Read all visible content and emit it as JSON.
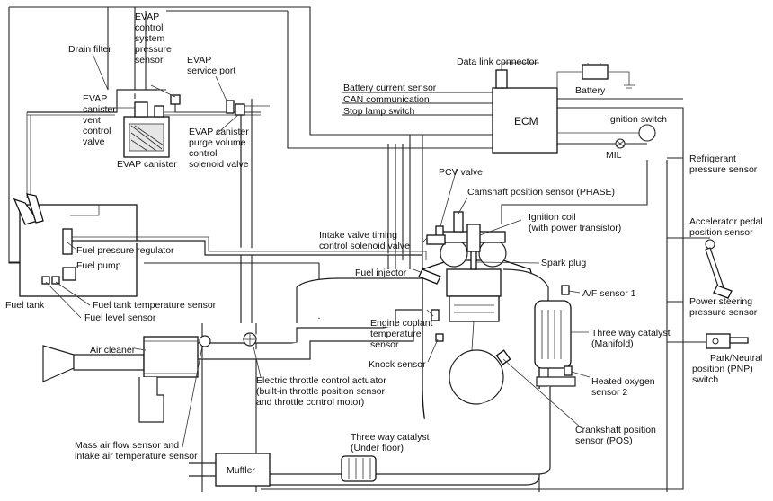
{
  "labels": {
    "drain_filter": "Drain filter",
    "evap_pressure_sensor": [
      "EVAP",
      "control",
      "system",
      "pressure",
      "sensor"
    ],
    "evap_service_port": [
      "EVAP",
      "service port"
    ],
    "evap_vent_valve": [
      "EVAP",
      "canister",
      "vent",
      "control",
      "valve"
    ],
    "evap_canister": "EVAP canister",
    "evap_purge_valve": [
      "EVAP canister",
      "purge volume",
      "control",
      "solenoid valve"
    ],
    "data_link_connector": "Data link connector",
    "battery": "Battery",
    "battery_current_sensor": "Battery current sensor",
    "can_communication": "CAN communication",
    "stop_lamp_switch": "Stop lamp switch",
    "ecm": "ECM",
    "ignition_switch": "Ignition switch",
    "mil": "MIL",
    "pcv_valve": "PCV valve",
    "camshaft_sensor": "Camshaft position sensor (PHASE)",
    "refrigerant_sensor": [
      "Refrigerant",
      "pressure sensor"
    ],
    "ignition_coil": [
      "Ignition coil",
      "(with power transistor)"
    ],
    "accelerator_sensor": [
      "Accelerator pedal",
      "position sensor"
    ],
    "intake_valve_solenoid": [
      "Intake valve timing",
      "control solenoid valve"
    ],
    "fuel_pressure_regulator": "Fuel pressure regulator",
    "fuel_pump": "Fuel pump",
    "spark_plug": "Spark plug",
    "fuel_injector": "Fuel injector",
    "af_sensor": "A/F sensor 1",
    "power_steering_sensor": [
      "Power steering",
      "pressure sensor"
    ],
    "fuel_tank": "Fuel tank",
    "fuel_tank_temp_sensor": "Fuel tank temperature sensor",
    "fuel_level_sensor": "Fuel level sensor",
    "engine_coolant_sensor": [
      "Engine coolant",
      "temperature",
      "sensor"
    ],
    "three_way_manifold": [
      "Three way catalyst",
      "(Manifold)"
    ],
    "air_cleaner": "Air cleaner",
    "park_neutral": [
      "Park/Neutral",
      "position (PNP)",
      "switch"
    ],
    "knock_sensor": "Knock sensor",
    "heated_oxygen": [
      "Heated oxygen",
      "sensor 2"
    ],
    "throttle_actuator": [
      "Electric throttle control actuator",
      "(built-in throttle position sensor",
      "and throttle control motor)"
    ],
    "crankshaft_sensor": [
      "Crankshaft position",
      "sensor (POS)"
    ],
    "three_way_underfloor": [
      "Three way catalyst",
      "(Under floor)"
    ],
    "maf_sensor": [
      "Mass air flow sensor and",
      "intake air temperature sensor"
    ],
    "muffler": "Muffler"
  }
}
